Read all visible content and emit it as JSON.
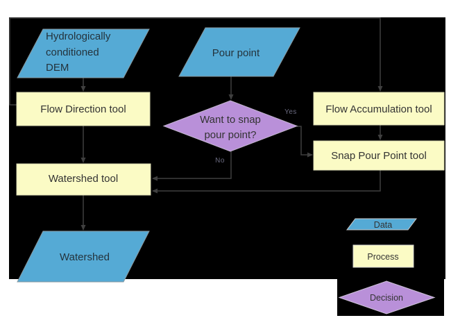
{
  "diagram": {
    "title_hint": "Watershed delineation flowchart",
    "nodes": {
      "dem": {
        "type": "data",
        "lines": [
          "Hydrologically",
          "conditioned",
          "DEM"
        ]
      },
      "pour_point": {
        "type": "data",
        "label": "Pour point"
      },
      "flow_direction": {
        "type": "process",
        "label": "Flow Direction tool"
      },
      "flow_accumulation": {
        "type": "process",
        "label": "Flow Accumulation tool"
      },
      "snap_pour_point": {
        "type": "process",
        "label": "Snap Pour Point tool"
      },
      "decision_snap": {
        "type": "decision",
        "lines": [
          "Want to snap",
          "pour point?"
        ]
      },
      "watershed_tool": {
        "type": "process",
        "label": "Watershed tool"
      },
      "watershed": {
        "type": "data",
        "label": "Watershed"
      }
    },
    "edge_labels": {
      "yes": "Yes",
      "no": "No"
    },
    "legend": {
      "data": "Data",
      "process": "Process",
      "decision": "Decision"
    },
    "colors": {
      "data_fill": "#55AAD5",
      "process_fill": "#FBFBC5",
      "decision_fill": "#B990D9",
      "connector": "#3f3f3f",
      "canvas_background": "#000000",
      "text": "#333333"
    }
  }
}
